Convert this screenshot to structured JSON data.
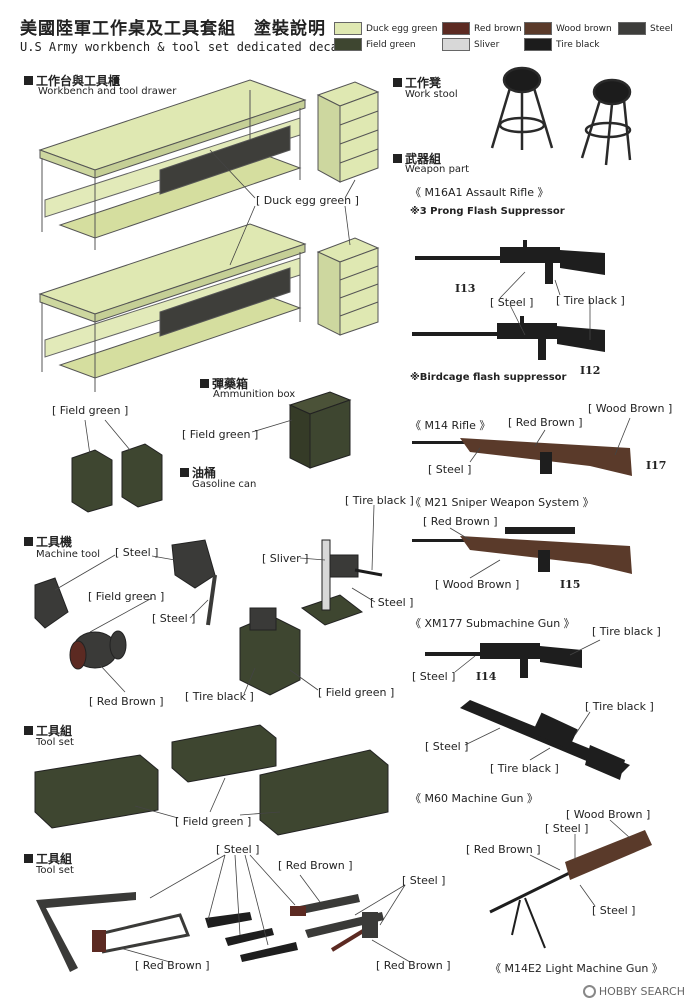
{
  "header": {
    "title_jp": "美國陸軍工作桌及工具套組　塗裝說明",
    "title_en": "U.S Army workbench & tool set dedicated decal."
  },
  "legend": [
    {
      "name": "Duck egg green",
      "color": "#dfe8b2"
    },
    {
      "name": "Red brown",
      "color": "#5c2a22"
    },
    {
      "name": "Wood brown",
      "color": "#5a3a2a"
    },
    {
      "name": "Steel",
      "color": "#3d3d3b"
    },
    {
      "name": "Field green",
      "color": "#3e4630"
    },
    {
      "name": "Sliver",
      "color": "#d8d8d8"
    },
    {
      "name": "Tire black",
      "color": "#1c1c1c"
    }
  ],
  "sections": {
    "workbench": {
      "jp": "工作台與工具櫃",
      "en": "Workbench and tool drawer"
    },
    "stool": {
      "jp": "工作凳",
      "en": "Work stool"
    },
    "weapons": {
      "jp": "武器組",
      "en": "Weapon part"
    },
    "ammo": {
      "jp": "彈藥箱",
      "en": "Ammunition box"
    },
    "gas": {
      "jp": "油桶",
      "en": "Gasoline can"
    },
    "machine": {
      "jp": "工具機",
      "en": "Machine tool"
    },
    "toolset1": {
      "jp": "工具組",
      "en": "Tool set"
    },
    "toolset2": {
      "jp": "工具組",
      "en": "Tool set"
    }
  },
  "labels": {
    "duck_egg": "[ Duck egg green ]",
    "field_green": "[ Field green ]",
    "steel": "[ Steel ]",
    "red_brown": "[ Red Brown ]",
    "tire_black": "[ Tire black ]",
    "sliver": "[ Sliver ]",
    "wood_brown": "[ Wood Brown ]",
    "tire_black_cap": "[ Tire Black ]"
  },
  "weapons": {
    "m16a1": "《 M16A1 Assault Rifle 》",
    "flash3": "※3 Prong Flash Suppressor",
    "birdcage": "※Birdcage flash suppressor",
    "m14": "《 M14 Rifle 》",
    "m21": "《 M21 Sniper Weapon System 》",
    "xm177": "《 XM177 Submachine Gun 》",
    "m60": "《 M60 Machine Gun 》",
    "m14e2": "《 M14E2 Light Machine Gun 》"
  },
  "parts": {
    "i13": "I13",
    "i12": "I12",
    "i17": "I17",
    "i15": "I15",
    "i14": "I14"
  },
  "watermark": "HOBBY SEARCH"
}
